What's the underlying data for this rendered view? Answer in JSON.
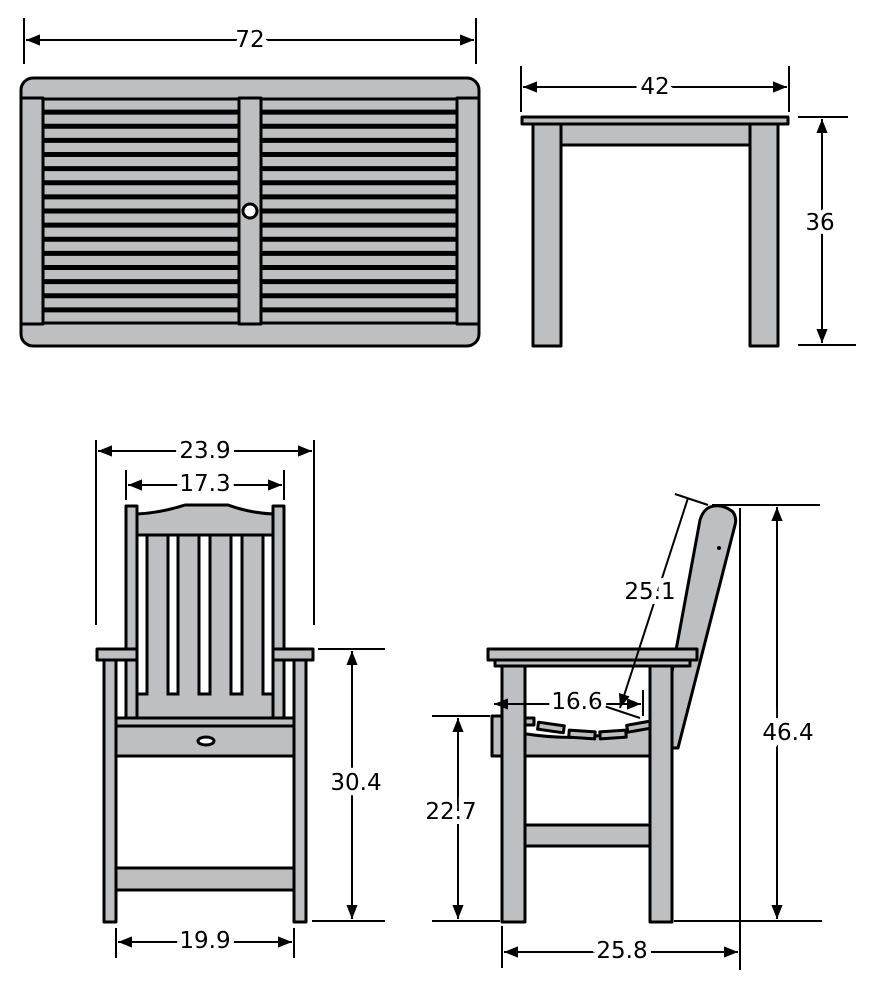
{
  "colors": {
    "fill": "#bdbfc1",
    "stroke": "#000000"
  },
  "table": {
    "length": "72",
    "width": "42",
    "height": "36"
  },
  "chair": {
    "overall_width": "23.9",
    "back_width": "17.3",
    "arm_height": "30.4",
    "leg_span": "19.9",
    "back_length": "25.1",
    "seat_depth": "16.6",
    "seat_height": "22.7",
    "overall_height": "46.4",
    "overall_depth": "25.8"
  }
}
